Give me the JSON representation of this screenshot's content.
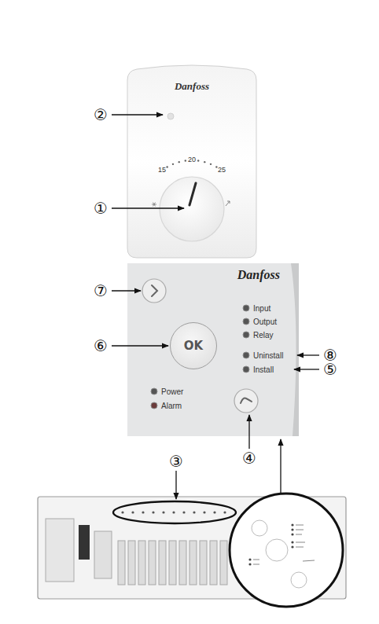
{
  "diagram": {
    "nodes": [
      {
        "text": [
          "Danfoss"
        ]
      },
      {
        "text": [
          "Danfoss"
        ]
      },
      {
        "text": [
          "OK"
        ],
        "in": 1
      }
    ],
    "labels": [
      "②",
      "15",
      "20",
      "25",
      "①",
      "⑦",
      "Input",
      "Output",
      "Relay",
      "⑥",
      "Uninstall",
      "⑧",
      "Install",
      "⑤",
      "Power",
      "Alarm",
      "④",
      "③"
    ]
  }
}
